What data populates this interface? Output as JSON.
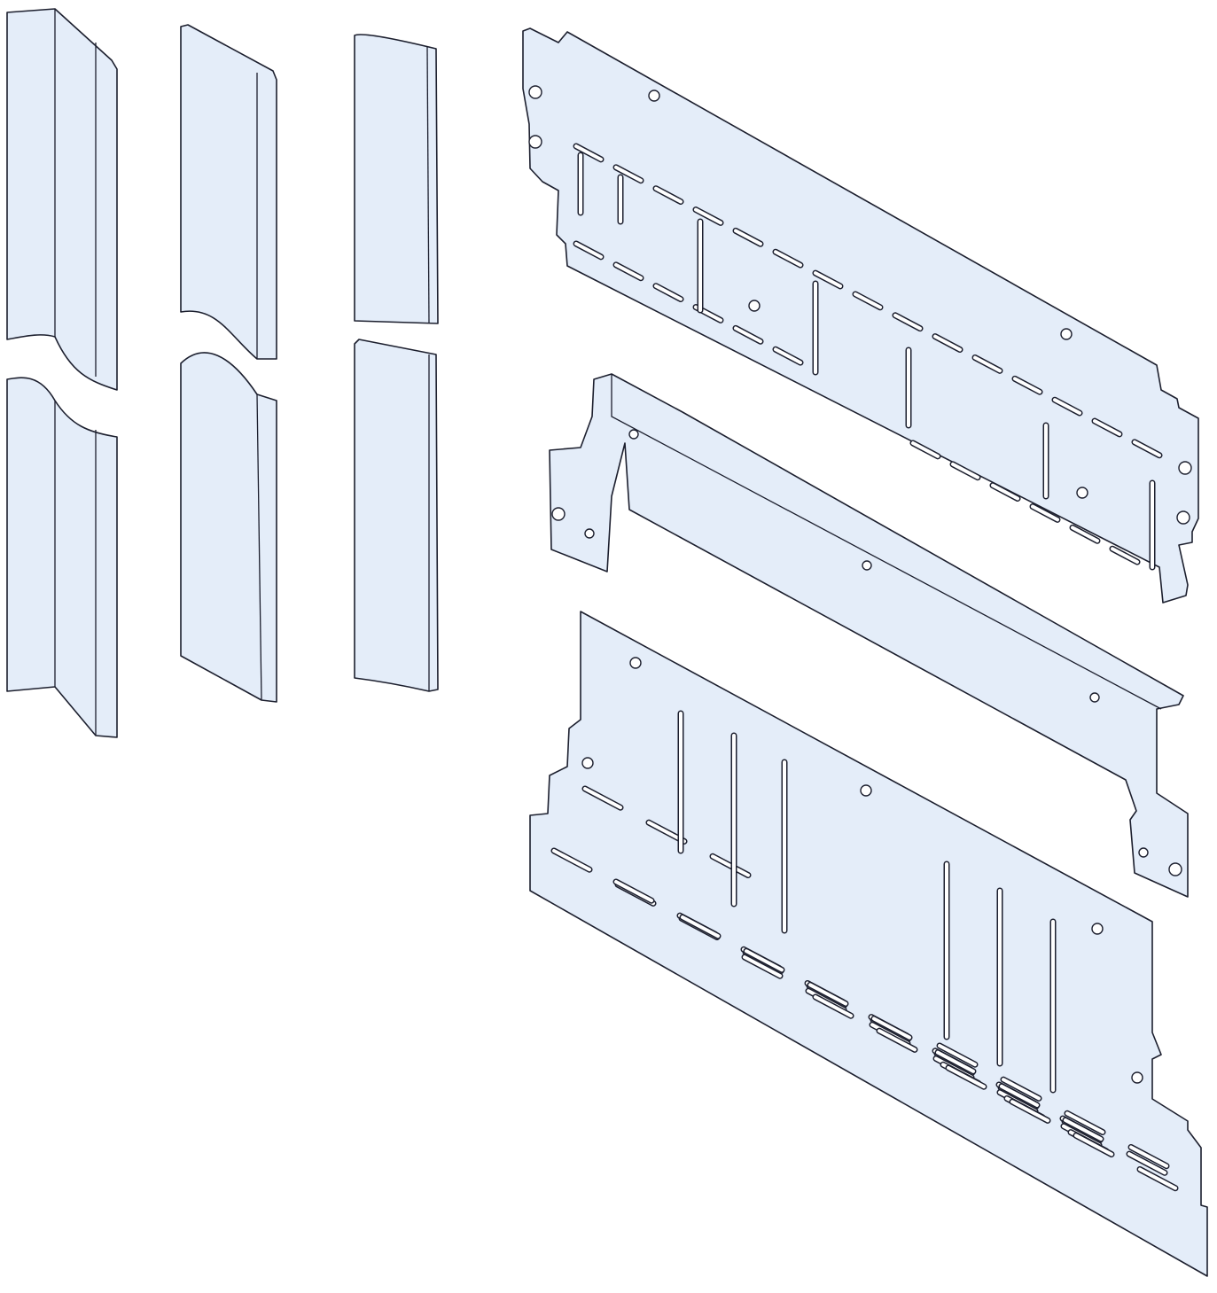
{
  "drawing": {
    "colors": {
      "part_fill": "#e4edf9",
      "outline": "#1c1f2e",
      "background": "#ffffff"
    },
    "parts": [
      {
        "id": "profile-1",
        "kind": "vertical profile (split)"
      },
      {
        "id": "profile-2",
        "kind": "vertical profile (split)"
      },
      {
        "id": "profile-3",
        "kind": "vertical profile (split)"
      },
      {
        "id": "upper-plate",
        "kind": "perforated mounting plate"
      },
      {
        "id": "bracket",
        "kind": "C-shaped bracket"
      },
      {
        "id": "lower-plate",
        "kind": "perforated mounting plate"
      }
    ]
  }
}
